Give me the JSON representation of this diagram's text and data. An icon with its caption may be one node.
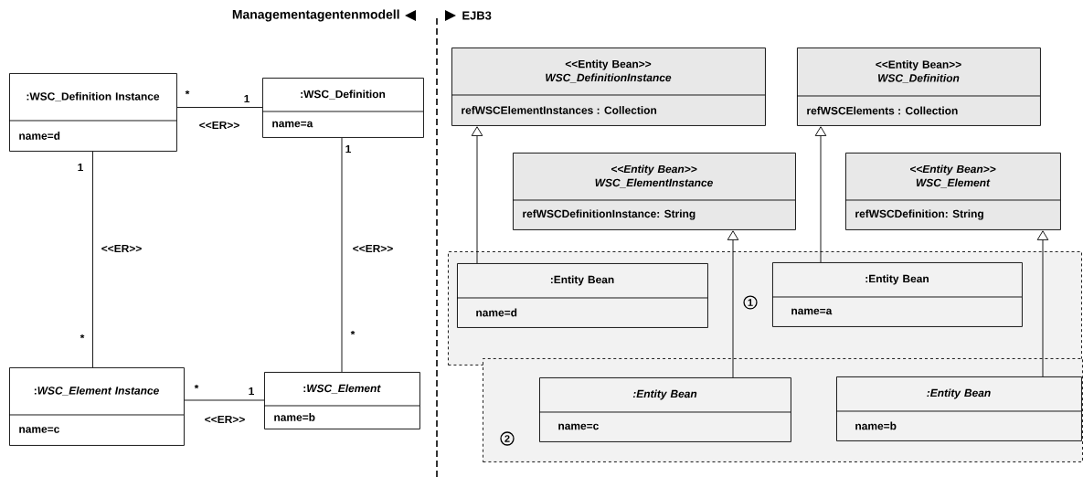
{
  "diagram": {
    "nodes": [
      {
        "text": [
          ":WSC_Definition Instance",
          "name=d"
        ]
      },
      {
        "text": [
          ":WSC_Definition",
          "name=a"
        ]
      },
      {
        "text": [
          ":*WSC_Element Instance*",
          "name=c"
        ]
      },
      {
        "text": [
          ":*WSC_Element*",
          "name=b"
        ]
      },
      {
        "text": [
          "<<Entity Bean>>",
          "WSC_DefinitionInstance",
          "refWSCElementInstances : Collection"
        ]
      },
      {
        "text": [
          "<<Entity Bean>>",
          "WSC_Definition",
          "refWSCElements : Collection"
        ]
      },
      {
        "text": [
          "<<Entity Bean>>",
          "WSC_ElementInstance",
          "refWSCDefinitionInstance: String"
        ]
      },
      {
        "text": [
          "<<Entity Bean>>",
          "WSC_Element",
          "refWSCDefinition: String"
        ]
      },
      {
        "text": [
          "1"
        ]
      },
      {
        "text": [
          ":Entity Bean",
          "name=d"
        ],
        "in": 8
      },
      {
        "text": [
          ":Entity Bean",
          "name=a"
        ],
        "in": 8
      },
      {
        "text": [
          "2"
        ]
      },
      {
        "text": [
          ":Entity Bean",
          "name=c"
        ],
        "in": 11
      },
      {
        "text": [
          ":Entity Bean",
          "name=b"
        ],
        "in": 11
      }
    ],
    "edges": [
      {
        "from": 0,
        "to": 1,
        "arrow": "none",
        "label": "<<ER>>"
      },
      {
        "from": 0,
        "to": 2,
        "arrow": "none",
        "label": "<<ER>>"
      },
      {
        "from": 1,
        "to": 3,
        "arrow": "none",
        "label": "<<ER>>"
      },
      {
        "from": 2,
        "to": 3,
        "arrow": "none",
        "label": "<<ER>>"
      },
      {
        "from": 9,
        "to": 4,
        "arrow": "to"
      },
      {
        "from": 12,
        "to": 6,
        "arrow": "to"
      },
      {
        "from": 10,
        "to": 5,
        "arrow": "to"
      },
      {
        "from": 13,
        "to": 7,
        "arrow": "to"
      }
    ],
    "labels": [
      "Managementagentenmodell",
      "EJB3",
      "*",
      "1",
      "1",
      "1",
      "*",
      "*",
      "*",
      "1"
    ]
  }
}
